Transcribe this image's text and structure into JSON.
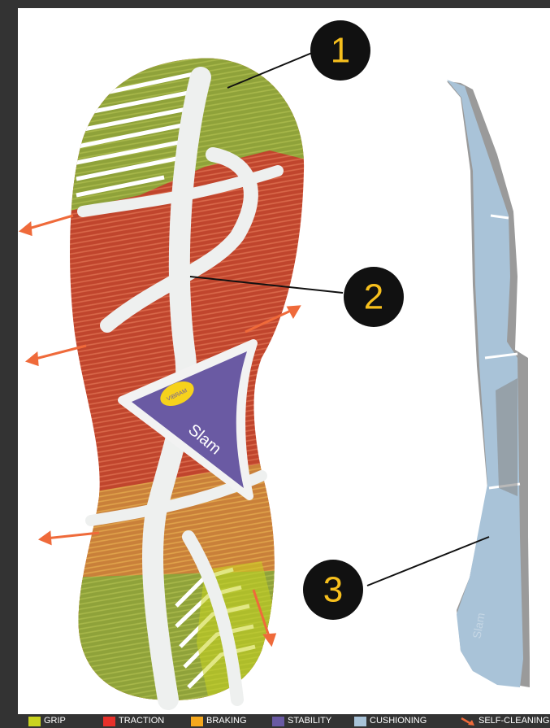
{
  "callouts": [
    {
      "number": "1"
    },
    {
      "number": "2"
    },
    {
      "number": "3"
    }
  ],
  "sole": {
    "brand_logo_text": "VIBRAM",
    "model_text": "Slam",
    "side_view_text": "Slam"
  },
  "legend": [
    {
      "label": "GRIP",
      "color": "#c9d31f"
    },
    {
      "label": "TRACTION",
      "color": "#e8302a"
    },
    {
      "label": "BRAKING",
      "color": "#f5a81d"
    },
    {
      "label": "STABILITY",
      "color": "#6a5aa3"
    },
    {
      "label": "CUSHIONING",
      "color": "#a9c3d8"
    },
    {
      "label": "SELF-CLEANING",
      "color": "#ef6a3a",
      "icon": "arrow-icon"
    }
  ],
  "colors": {
    "background": "#333333",
    "panel": "#ffffff",
    "grip": "#b6c42a",
    "grip_dark": "#7f9a36",
    "traction": "#b8442e",
    "braking": "#d9932a",
    "stability": "#6a5aa3",
    "cushioning": "#a9c3d8",
    "arrow": "#ef6a3a",
    "callout_bg": "#111111",
    "callout_text": "#f6bf1d"
  }
}
